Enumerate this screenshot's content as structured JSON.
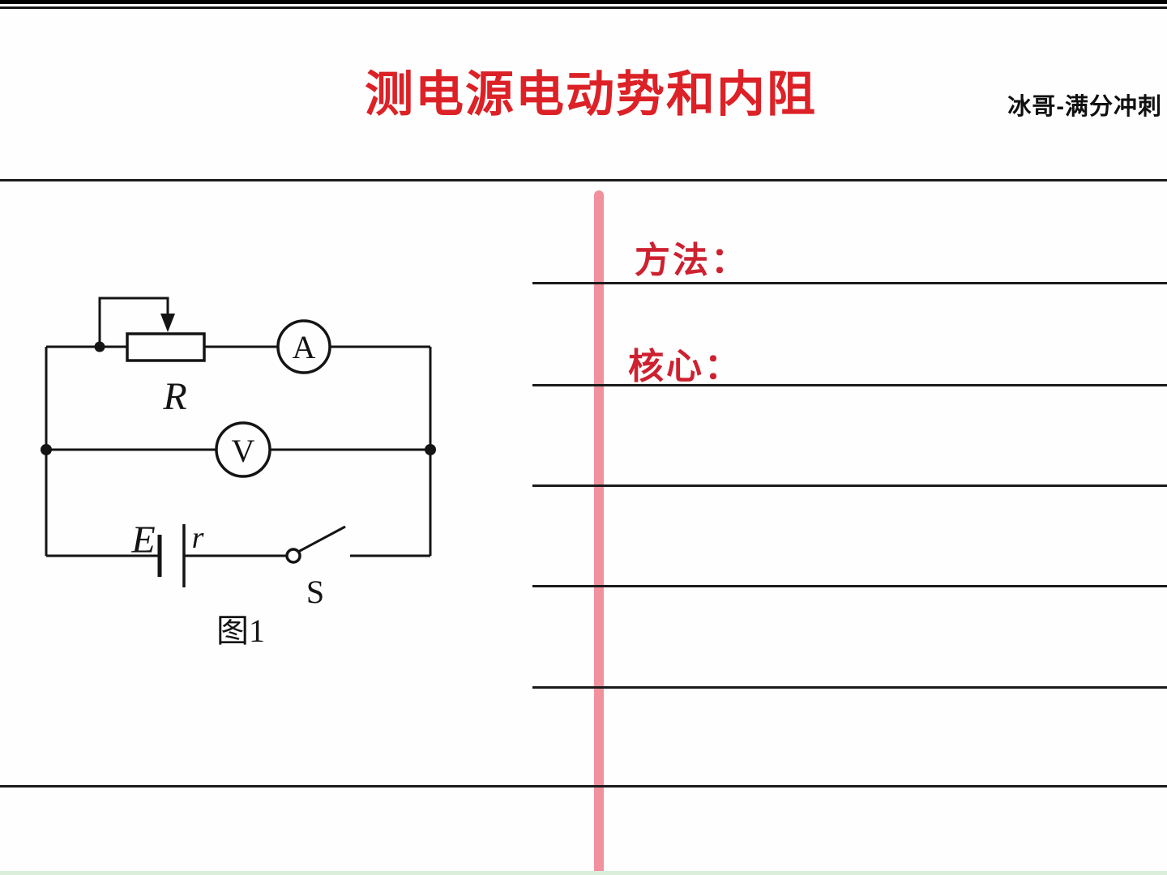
{
  "header": {
    "title": "测电源电动势和内阻",
    "watermark": "冰哥-满分冲刺"
  },
  "notes": {
    "method_label": "方法：",
    "core_label": "核心："
  },
  "figure": {
    "caption": "图1",
    "labels": {
      "rheostat": "R",
      "ammeter": "A",
      "voltmeter": "V",
      "emf": "E",
      "internal_resistance": "r",
      "switch": "S"
    }
  },
  "colors": {
    "title_red": "#dc2127",
    "note_red": "#ce2130",
    "divider_pink": "#f2919e",
    "ink_black": "#141414",
    "bottom_green": "#daeeda"
  }
}
